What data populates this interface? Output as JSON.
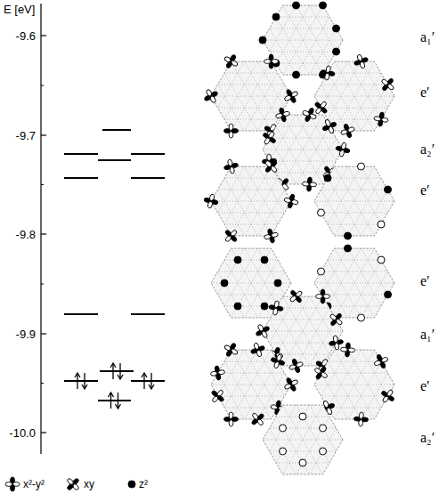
{
  "diagram": {
    "labels": [
      "E [eV]",
      "-9.6",
      "-9.7",
      "-9.8",
      "-9.9",
      "-10.0",
      "a₁′",
      "e′",
      "a₂′",
      "e′",
      "e′",
      "a₁′",
      "e′",
      "a₂′"
    ],
    "legend": [
      {
        "text": "x²-y²"
      },
      {
        "text": "xy"
      },
      {
        "text": "z²"
      }
    ]
  }
}
